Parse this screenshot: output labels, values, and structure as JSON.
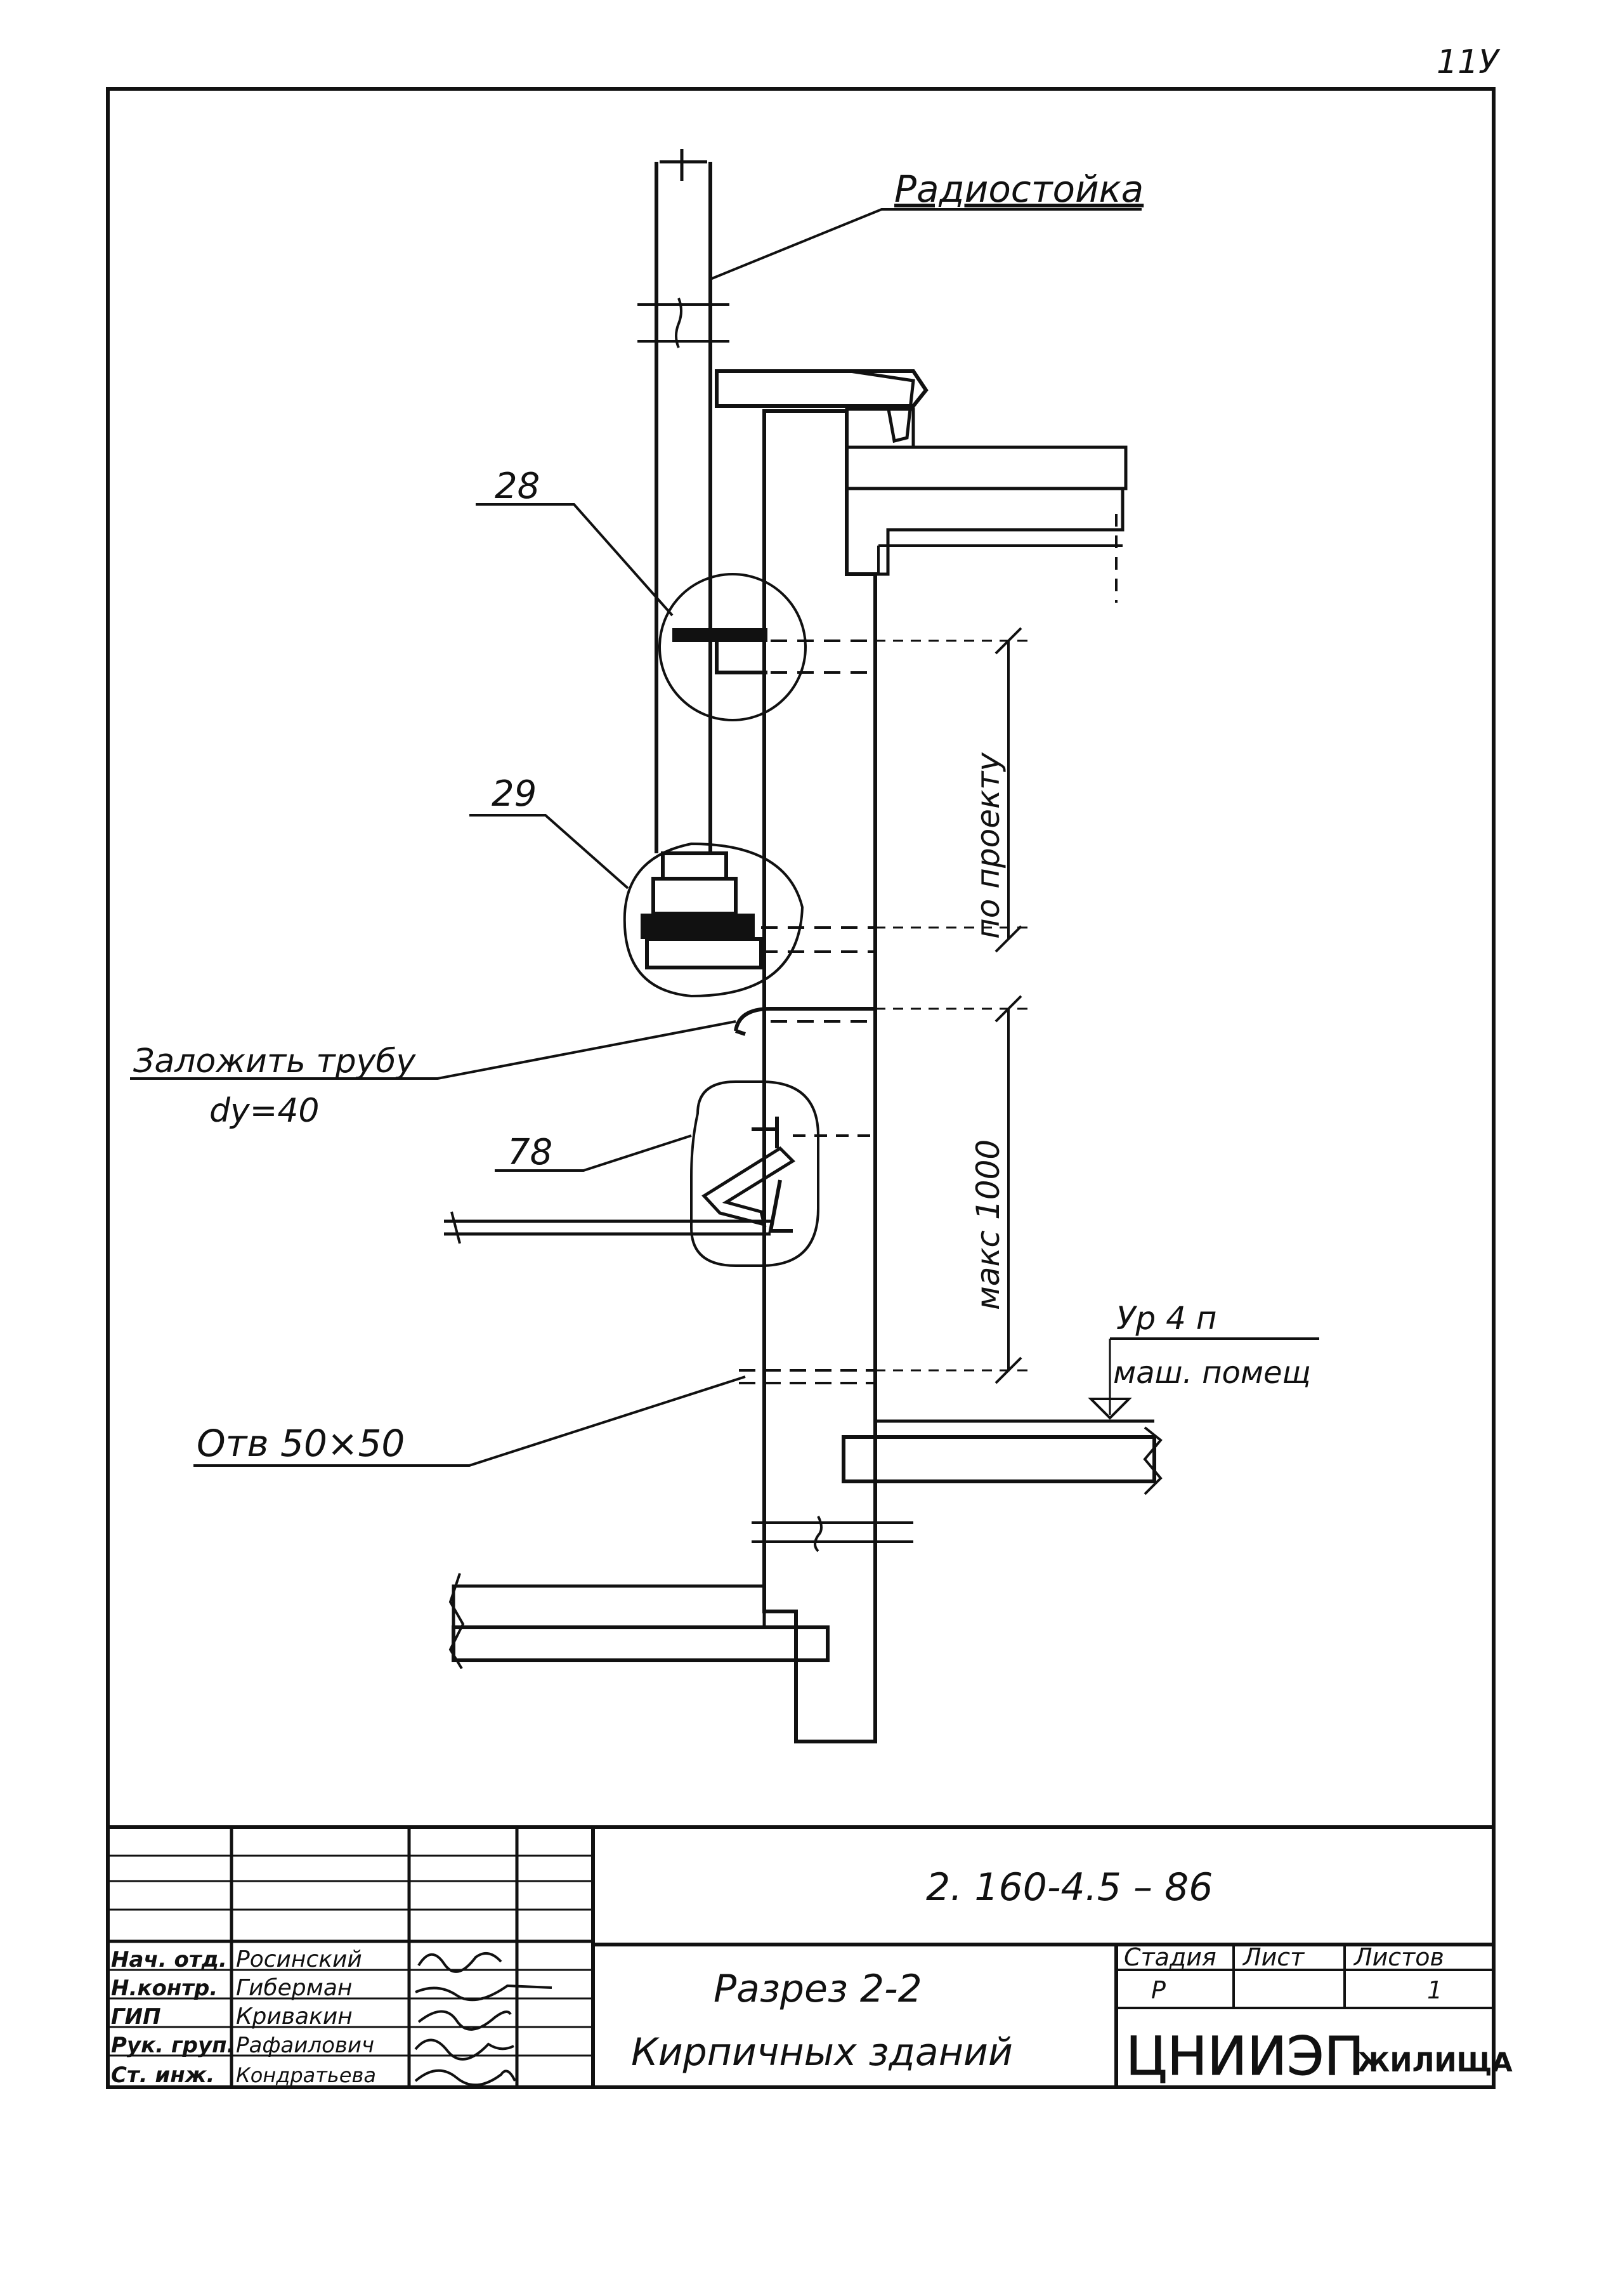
{
  "page_number": "11У",
  "labels": {
    "radio_stand": "Радиостойка",
    "callout_28": "28",
    "callout_29": "29",
    "callout_78": "78",
    "pipe_line1": "Заложить трубу",
    "pipe_line2": "dу=40",
    "opening": "Отв   50×50",
    "dim_project": "по проекту",
    "dim_max": "макс 1000",
    "level_mark": "Ур 4 п",
    "level_room": "маш. помещ"
  },
  "title_block": {
    "doc_code": "2. 160-4.5  – 86",
    "title_line1": "Разрез   2-2",
    "title_line2": "Кирпичных  зданий",
    "stage_label": "Стадия",
    "sheet_label": "Лист",
    "sheets_label": "Листов",
    "stage_value": "Р",
    "sheet_value": "",
    "sheets_value": "1",
    "org_main": "ЦНИИЭП",
    "org_sub": "ЖИЛИЩА",
    "roles": [
      "Нач. отд.",
      "Н.контр.",
      "ГИП",
      "Рук. груп.",
      "Ст. инж."
    ],
    "names": [
      "Росинский",
      "Гиберман",
      "Кривакин",
      "Рафаилович",
      "Кондратьева"
    ]
  }
}
